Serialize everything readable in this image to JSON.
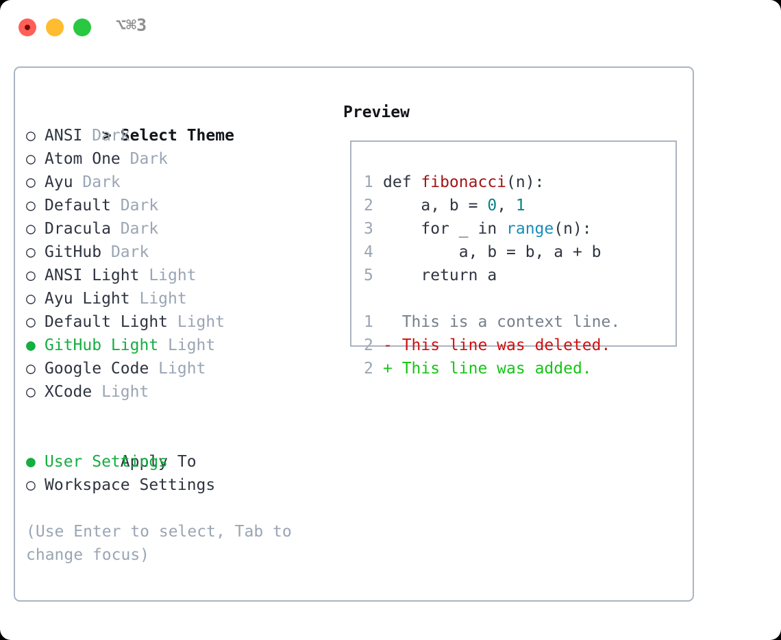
{
  "titlebar": {
    "shortcut": "⌥⌘3",
    "buttons": {
      "close": "close",
      "minimize": "minimize",
      "maximize": "maximize"
    }
  },
  "theme_list": {
    "header": "Select Theme",
    "header_prefix": "> ",
    "marker_selected": "● ",
    "marker_unselected": "○ ",
    "items": [
      {
        "name": "ANSI",
        "variant": "Dark",
        "selected": false
      },
      {
        "name": "Atom One",
        "variant": "Dark",
        "selected": false
      },
      {
        "name": "Ayu",
        "variant": "Dark",
        "selected": false
      },
      {
        "name": "Default",
        "variant": "Dark",
        "selected": false
      },
      {
        "name": "Dracula",
        "variant": "Dark",
        "selected": false
      },
      {
        "name": "GitHub",
        "variant": "Dark",
        "selected": false
      },
      {
        "name": "ANSI Light",
        "variant": "Light",
        "selected": false
      },
      {
        "name": "Ayu Light",
        "variant": "Light",
        "selected": false
      },
      {
        "name": "Default Light",
        "variant": "Light",
        "selected": false
      },
      {
        "name": "GitHub Light",
        "variant": "Light",
        "selected": true
      },
      {
        "name": "Google Code",
        "variant": "Light",
        "selected": false
      },
      {
        "name": "XCode",
        "variant": "Light",
        "selected": false
      }
    ]
  },
  "apply_to": {
    "header": "Apply To",
    "options": [
      {
        "label": "User Settings",
        "selected": true
      },
      {
        "label": "Workspace Settings",
        "selected": false
      }
    ]
  },
  "hint": "(Use Enter to select, Tab to change focus)",
  "preview": {
    "title": "Preview",
    "code_lines": [
      {
        "num": "1",
        "tokens": [
          {
            "t": "def ",
            "c": "kw"
          },
          {
            "t": "fibonacci",
            "c": "fn"
          },
          {
            "t": "(n):",
            "c": "kw"
          }
        ]
      },
      {
        "num": "2",
        "tokens": [
          {
            "t": "    a, b = ",
            "c": "kw"
          },
          {
            "t": "0",
            "c": "num"
          },
          {
            "t": ", ",
            "c": "kw"
          },
          {
            "t": "1",
            "c": "num"
          }
        ]
      },
      {
        "num": "3",
        "tokens": [
          {
            "t": "    for _ in ",
            "c": "kw"
          },
          {
            "t": "range",
            "c": "builtin"
          },
          {
            "t": "(n):",
            "c": "kw"
          }
        ]
      },
      {
        "num": "4",
        "tokens": [
          {
            "t": "        a, b = b, a + b",
            "c": "kw"
          }
        ]
      },
      {
        "num": "5",
        "tokens": [
          {
            "t": "    return a",
            "c": "kw"
          }
        ]
      }
    ],
    "diff_lines": [
      {
        "num": "1",
        "sign": "  ",
        "text": "This is a context line.",
        "kind": "ctx"
      },
      {
        "num": "2",
        "sign": "- ",
        "text": "This line was deleted.",
        "kind": "del"
      },
      {
        "num": "2",
        "sign": "+ ",
        "text": "This line was added.",
        "kind": "add"
      }
    ]
  },
  "colors": {
    "accent_green": "#14ae41",
    "border": "#aab3c0",
    "muted": "#9aa5b4",
    "diff_delete": "#cf0f0f",
    "diff_add": "#14c514",
    "syntax_function": "#a31515",
    "syntax_number": "#0a8186",
    "syntax_builtin": "#1a8cba"
  }
}
